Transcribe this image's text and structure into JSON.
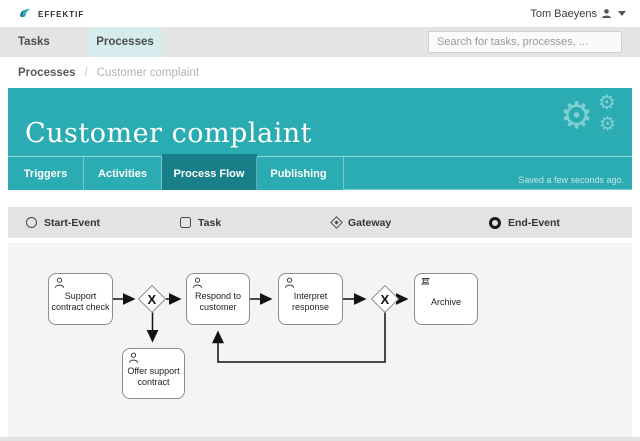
{
  "header": {
    "logo_text": "effektif",
    "user_name": "Tom Baeyens"
  },
  "nav": {
    "tabs": [
      {
        "label": "Tasks",
        "active": false
      },
      {
        "label": "Processes",
        "active": true
      }
    ],
    "search_placeholder": "Search for tasks, processes, ..."
  },
  "breadcrumb": {
    "parent": "Processes",
    "separator": "/",
    "current": "Customer complaint"
  },
  "process_header": {
    "title": "Customer complaint",
    "tabs": [
      {
        "label": "Triggers",
        "active": false
      },
      {
        "label": "Activities",
        "active": false
      },
      {
        "label": "Process Flow",
        "active": true
      },
      {
        "label": "Publishing",
        "active": false
      }
    ],
    "saved_status": "Saved a few seconds ago.",
    "settings_icon": "gears-icon"
  },
  "palette": {
    "items": [
      {
        "label": "Start-Event",
        "icon": "start-event-icon"
      },
      {
        "label": "Task",
        "icon": "task-icon"
      },
      {
        "label": "Gateway",
        "icon": "gateway-icon"
      },
      {
        "label": "End-Event",
        "icon": "end-event-icon"
      }
    ]
  },
  "diagram": {
    "nodes": [
      {
        "label": "Support contract check",
        "icon": "user-task-icon"
      },
      {
        "label": "Respond to customer",
        "icon": "user-task-icon"
      },
      {
        "label": "Interpret response",
        "icon": "user-task-icon"
      },
      {
        "label": "Archive",
        "icon": "script-task-icon"
      },
      {
        "label": "Offer support contract",
        "icon": "user-task-icon"
      }
    ],
    "gateways": [
      {
        "symbol": "X"
      },
      {
        "symbol": "X"
      }
    ]
  },
  "colors": {
    "accent_teal": "#2bacb2",
    "active_tab_teal": "#187f88",
    "selected_nav_tab_bg": "#d5ebec",
    "canvas_bg": "#f4f4f4"
  }
}
